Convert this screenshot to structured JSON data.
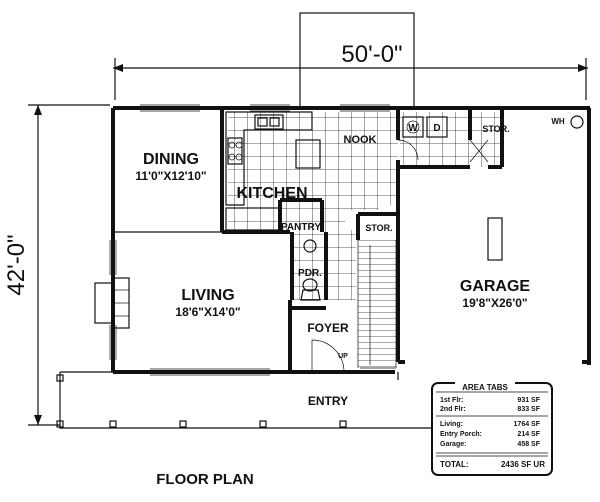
{
  "dimensions": {
    "width_label": "50'-0\"",
    "depth_label": "42'-0\""
  },
  "rooms": {
    "dining": {
      "name": "DINING",
      "size": "11'0\"X12'10\""
    },
    "kitchen": {
      "name": "KITCHEN"
    },
    "nook": {
      "name": "NOOK"
    },
    "living": {
      "name": "LIVING",
      "size": "18'6\"X14'0\""
    },
    "garage": {
      "name": "GARAGE",
      "size": "19'8\"X26'0\""
    },
    "pantry": {
      "name": "PANTRY"
    },
    "powder": {
      "name": "PDR."
    },
    "foyer": {
      "name": "FOYER"
    },
    "entry": {
      "name": "ENTRY"
    },
    "stor_garage": {
      "name": "STOR."
    },
    "stor_stair": {
      "name": "STOR."
    },
    "water_heater": {
      "name": "WH"
    },
    "washer": {
      "name": "W"
    },
    "dryer": {
      "name": "D"
    },
    "stair_up": {
      "name": "UP"
    }
  },
  "area_tabs": {
    "title": "AREA TABS",
    "rows": [
      {
        "label": "1st Flr:",
        "value": "931 SF"
      },
      {
        "label": "2nd Flr:",
        "value": "833 SF"
      },
      {
        "label": "Living:",
        "value": "1764 SF"
      },
      {
        "label": "Entry Porch:",
        "value": "214 SF"
      },
      {
        "label": "Garage:",
        "value": "458 SF"
      }
    ],
    "total_label": "TOTAL:",
    "total_value": "2436 SF UR"
  },
  "caption": "FLOOR PLAN"
}
